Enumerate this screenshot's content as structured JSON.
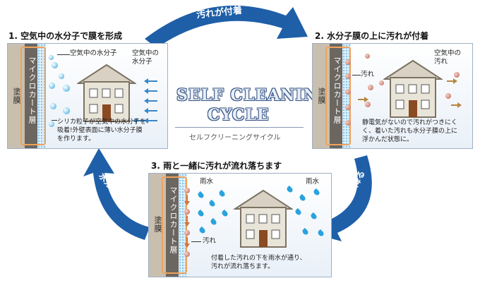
{
  "center": {
    "title_line1": "SELF CLEANING",
    "title_line2": "CYCLE",
    "subtitle": "セルフクリーニングサイクル"
  },
  "arrows": {
    "top": "汚れが付着",
    "right": "雨が降る",
    "left": "水分子を再吸着"
  },
  "step1": {
    "title": "1. 空気中の水分子で膜を形成",
    "label_water": "空気中の水分子",
    "label_air_water": "空気中の\n水分子",
    "coat": "塗膜",
    "micro": "マイクロカート層",
    "desc": "シリカ粒子が空気中の水分子を\n吸着!外壁表面に薄い水分子膜\nを作ります。"
  },
  "step2": {
    "title": "2. 水分子膜の上に汚れが付着",
    "label_dirt": "汚れ",
    "label_air_dirt": "空気中の\n汚れ",
    "coat": "塗膜",
    "micro": "マイクロカート層",
    "desc": "静電気がないので汚れがつきにく\nく、着いた汚れも水分子膜の上に\n浮かんだ状態に。"
  },
  "step3": {
    "title": "3. 雨と一緒に汚れが流れ落ちます",
    "label_rain_left": "雨水",
    "label_rain_right": "雨水",
    "label_dirt": "汚れ",
    "coat": "塗膜",
    "micro": "マイクロカート層",
    "desc": "付着した汚れの下を雨水が通り、\n汚れが流れ落ちます。"
  },
  "colors": {
    "arrow_blue": "#1e5fa8",
    "wall_outline": "#f0a25c",
    "water": "#29a3de",
    "dirt": "#c27a6e"
  }
}
